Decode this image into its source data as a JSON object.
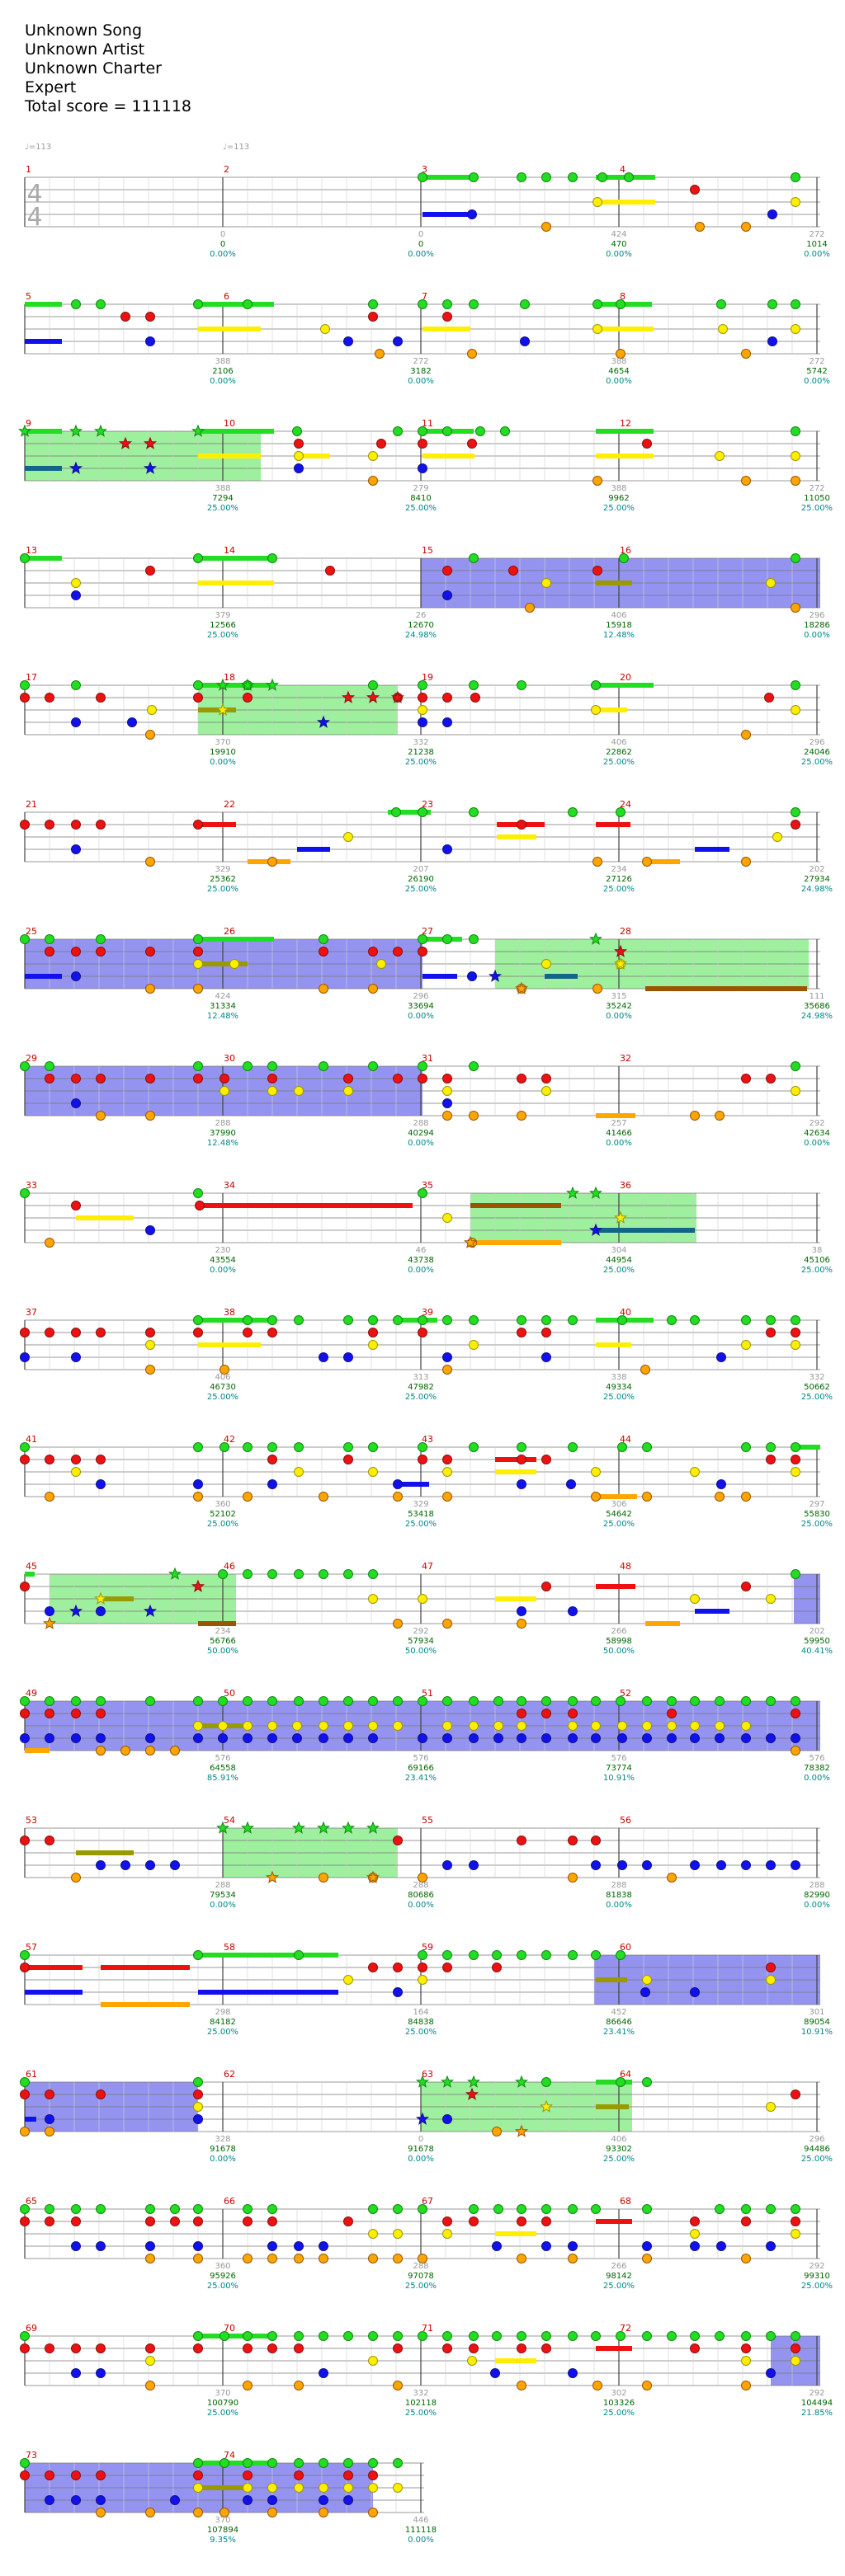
{
  "header": {
    "song": "Unknown Song",
    "artist": "Unknown Artist",
    "charter": "Unknown Charter",
    "difficulty": "Expert",
    "total_score": "Total score = 111118"
  },
  "tempo": [
    "♩=113",
    "♩=113"
  ],
  "time_signature": [
    "4",
    "4"
  ],
  "colors": {
    "green": "#22dd22",
    "red": "#ee1111",
    "yellow": "#ffee00",
    "blue": "#1111ee",
    "orange": "#ffa500",
    "star_power": "#99ee99",
    "solo": "#8888ee",
    "measure_number": "#cc0000",
    "score": "#006600",
    "percent": "#008888",
    "count": "#999999"
  },
  "measures": [
    {
      "n": "1",
      "count": "0",
      "score": "0",
      "pct": "0.00%"
    },
    {
      "n": "2",
      "count": "0",
      "score": "0",
      "pct": "0.00%"
    },
    {
      "n": "3",
      "count": "0",
      "score": "0",
      "pct": "0.00%"
    },
    {
      "n": "4",
      "count": "424",
      "score": "470",
      "pct": "0.00%"
    },
    {
      "n": "",
      "count": "272",
      "score": "1014",
      "pct": "0.00%"
    },
    {
      "n": "5",
      "count": "",
      "score": "",
      "pct": ""
    },
    {
      "n": "6",
      "count": "388",
      "score": "2106",
      "pct": "0.00%"
    },
    {
      "n": "7",
      "count": "272",
      "score": "3182",
      "pct": "0.00%"
    },
    {
      "n": "8",
      "count": "388",
      "score": "4654",
      "pct": "0.00%"
    },
    {
      "n": "",
      "count": "272",
      "score": "5742",
      "pct": "0.00%"
    },
    {
      "n": "9",
      "count": "",
      "score": "",
      "pct": ""
    },
    {
      "n": "10",
      "count": "388",
      "score": "7294",
      "pct": "25.00%"
    },
    {
      "n": "11",
      "count": "279",
      "score": "8410",
      "pct": "25.00%"
    },
    {
      "n": "12",
      "count": "388",
      "score": "9962",
      "pct": "25.00%"
    },
    {
      "n": "",
      "count": "272",
      "score": "11050",
      "pct": "25.00%"
    },
    {
      "n": "13",
      "count": "",
      "score": "",
      "pct": ""
    },
    {
      "n": "14",
      "count": "379",
      "score": "12566",
      "pct": "25.00%"
    },
    {
      "n": "15",
      "count": "26",
      "score": "12670",
      "pct": "24.98%"
    },
    {
      "n": "16",
      "count": "406",
      "score": "15918",
      "pct": "12.48%"
    },
    {
      "n": "",
      "count": "296",
      "score": "18286",
      "pct": "0.00%"
    },
    {
      "n": "17",
      "count": "",
      "score": "",
      "pct": ""
    },
    {
      "n": "18",
      "count": "370",
      "score": "19910",
      "pct": "0.00%"
    },
    {
      "n": "19",
      "count": "332",
      "score": "21238",
      "pct": "25.00%"
    },
    {
      "n": "20",
      "count": "406",
      "score": "22862",
      "pct": "25.00%"
    },
    {
      "n": "",
      "count": "296",
      "score": "24046",
      "pct": "25.00%"
    },
    {
      "n": "21",
      "count": "",
      "score": "",
      "pct": ""
    },
    {
      "n": "22",
      "count": "329",
      "score": "25362",
      "pct": "25.00%"
    },
    {
      "n": "23",
      "count": "207",
      "score": "26190",
      "pct": "25.00%"
    },
    {
      "n": "24",
      "count": "234",
      "score": "27126",
      "pct": "25.00%"
    },
    {
      "n": "",
      "count": "202",
      "score": "27934",
      "pct": "24.98%"
    },
    {
      "n": "25",
      "count": "",
      "score": "",
      "pct": ""
    },
    {
      "n": "26",
      "count": "424",
      "score": "31334",
      "pct": "12.48%"
    },
    {
      "n": "27",
      "count": "296",
      "score": "33694",
      "pct": "0.00%"
    },
    {
      "n": "28",
      "count": "315",
      "score": "35242",
      "pct": "0.00%"
    },
    {
      "n": "",
      "count": "111",
      "score": "35686",
      "pct": "24.98%"
    },
    {
      "n": "29",
      "count": "",
      "score": "",
      "pct": ""
    },
    {
      "n": "30",
      "count": "288",
      "score": "37990",
      "pct": "12.48%"
    },
    {
      "n": "31",
      "count": "288",
      "score": "40294",
      "pct": "0.00%"
    },
    {
      "n": "32",
      "count": "257",
      "score": "41466",
      "pct": "0.00%"
    },
    {
      "n": "",
      "count": "292",
      "score": "42634",
      "pct": "0.00%"
    },
    {
      "n": "33",
      "count": "",
      "score": "",
      "pct": ""
    },
    {
      "n": "34",
      "count": "230",
      "score": "43554",
      "pct": "0.00%"
    },
    {
      "n": "35",
      "count": "46",
      "score": "43738",
      "pct": "0.00%"
    },
    {
      "n": "36",
      "count": "304",
      "score": "44954",
      "pct": "25.00%"
    },
    {
      "n": "",
      "count": "38",
      "score": "45106",
      "pct": "25.00%"
    },
    {
      "n": "37",
      "count": "",
      "score": "",
      "pct": ""
    },
    {
      "n": "38",
      "count": "406",
      "score": "46730",
      "pct": "25.00%"
    },
    {
      "n": "39",
      "count": "313",
      "score": "47982",
      "pct": "25.00%"
    },
    {
      "n": "40",
      "count": "338",
      "score": "49334",
      "pct": "25.00%"
    },
    {
      "n": "",
      "count": "332",
      "score": "50662",
      "pct": "25.00%"
    },
    {
      "n": "41",
      "count": "",
      "score": "",
      "pct": ""
    },
    {
      "n": "42",
      "count": "360",
      "score": "52102",
      "pct": "25.00%"
    },
    {
      "n": "43",
      "count": "329",
      "score": "53418",
      "pct": "25.00%"
    },
    {
      "n": "44",
      "count": "306",
      "score": "54642",
      "pct": "25.00%"
    },
    {
      "n": "",
      "count": "297",
      "score": "55830",
      "pct": "25.00%"
    },
    {
      "n": "45",
      "count": "",
      "score": "",
      "pct": ""
    },
    {
      "n": "46",
      "count": "234",
      "score": "56766",
      "pct": "50.00%"
    },
    {
      "n": "47",
      "count": "292",
      "score": "57934",
      "pct": "50.00%"
    },
    {
      "n": "48",
      "count": "266",
      "score": "58998",
      "pct": "50.00%"
    },
    {
      "n": "",
      "count": "202",
      "score": "59950",
      "pct": "40.41%"
    },
    {
      "n": "49",
      "count": "",
      "score": "",
      "pct": ""
    },
    {
      "n": "50",
      "count": "576",
      "score": "64558",
      "pct": "85.91%"
    },
    {
      "n": "51",
      "count": "576",
      "score": "69166",
      "pct": "23.41%"
    },
    {
      "n": "52",
      "count": "576",
      "score": "73774",
      "pct": "10.91%"
    },
    {
      "n": "",
      "count": "576",
      "score": "78382",
      "pct": "0.00%"
    },
    {
      "n": "53",
      "count": "",
      "score": "",
      "pct": ""
    },
    {
      "n": "54",
      "count": "288",
      "score": "79534",
      "pct": "0.00%"
    },
    {
      "n": "55",
      "count": "288",
      "score": "80686",
      "pct": "0.00%"
    },
    {
      "n": "56",
      "count": "288",
      "score": "81838",
      "pct": "0.00%"
    },
    {
      "n": "",
      "count": "288",
      "score": "82990",
      "pct": "0.00%"
    },
    {
      "n": "57",
      "count": "",
      "score": "",
      "pct": ""
    },
    {
      "n": "58",
      "count": "298",
      "score": "84182",
      "pct": "25.00%"
    },
    {
      "n": "59",
      "count": "164",
      "score": "84838",
      "pct": "25.00%"
    },
    {
      "n": "60",
      "count": "452",
      "score": "86646",
      "pct": "23.41%"
    },
    {
      "n": "",
      "count": "301",
      "score": "89054",
      "pct": "10.91%"
    },
    {
      "n": "61",
      "count": "",
      "score": "",
      "pct": ""
    },
    {
      "n": "62",
      "count": "328",
      "score": "91678",
      "pct": "0.00%"
    },
    {
      "n": "63",
      "count": "0",
      "score": "91678",
      "pct": "0.00%"
    },
    {
      "n": "64",
      "count": "406",
      "score": "93302",
      "pct": "25.00%"
    },
    {
      "n": "",
      "count": "296",
      "score": "94486",
      "pct": "25.00%"
    },
    {
      "n": "65",
      "count": "",
      "score": "",
      "pct": ""
    },
    {
      "n": "66",
      "count": "360",
      "score": "95926",
      "pct": "25.00%"
    },
    {
      "n": "67",
      "count": "288",
      "score": "97078",
      "pct": "25.00%"
    },
    {
      "n": "68",
      "count": "266",
      "score": "98142",
      "pct": "25.00%"
    },
    {
      "n": "",
      "count": "292",
      "score": "99310",
      "pct": "25.00%"
    },
    {
      "n": "69",
      "count": "",
      "score": "",
      "pct": ""
    },
    {
      "n": "70",
      "count": "370",
      "score": "100790",
      "pct": "25.00%"
    },
    {
      "n": "71",
      "count": "332",
      "score": "102118",
      "pct": "25.00%"
    },
    {
      "n": "72",
      "count": "302",
      "score": "103326",
      "pct": "25.00%"
    },
    {
      "n": "",
      "count": "292",
      "score": "104494",
      "pct": "21.85%"
    },
    {
      "n": "73",
      "count": "",
      "score": "",
      "pct": ""
    },
    {
      "n": "74",
      "count": "370",
      "score": "107894",
      "pct": "9.35%"
    },
    {
      "n": "",
      "count": "446",
      "score": "111118",
      "pct": "0.00%"
    }
  ]
}
